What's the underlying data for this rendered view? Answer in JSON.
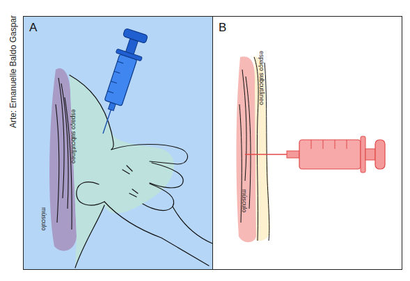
{
  "diagram": {
    "nodes": [
      {
        "text": [
          "A"
        ]
      },
      {
        "text": [
          "B"
        ]
      }
    ],
    "labels": [
      "Arte: Emanuelle Baldo Gaspar",
      "espaço subcutâneo",
      "músculo",
      "espaço subcutâneo",
      "músculo"
    ]
  }
}
